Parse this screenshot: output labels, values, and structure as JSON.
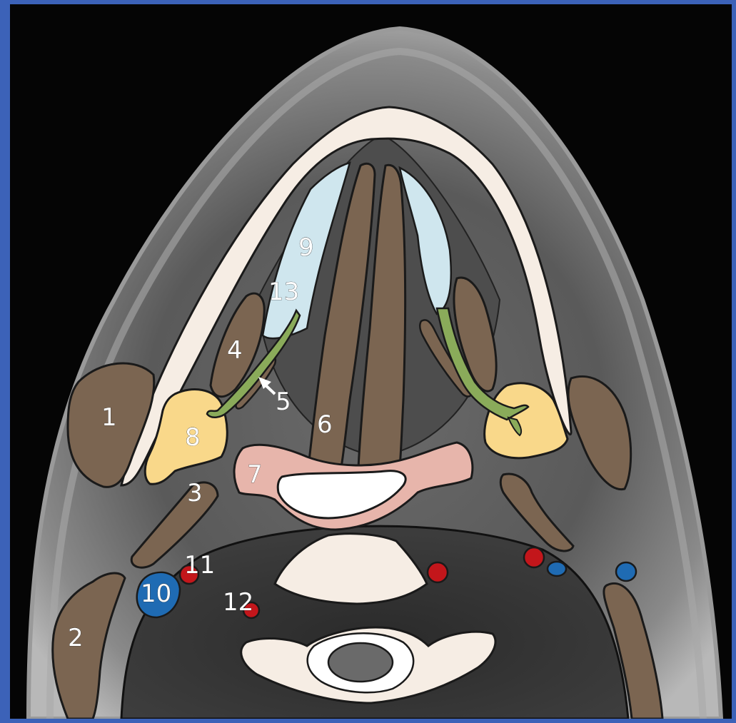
{
  "labels": {
    "l1": "1",
    "l2": "2",
    "l3": "3",
    "l4": "4",
    "l5": "5",
    "l6": "6",
    "l7": "7",
    "l8": "8",
    "l9": "9",
    "l10": "10",
    "l11": "11",
    "l12": "12",
    "l13": "13"
  },
  "colors": {
    "frame": "#3c62b8",
    "background": "#050505",
    "muscle": "#7b6551",
    "bone": "#f6ede4",
    "gland": "#f9d88a",
    "sublingual": "#cfe6ee",
    "hyoid": "#e7b5ab",
    "duct": "#8aab5a",
    "artery": "#c3161b",
    "vein": "#1f6bb3"
  }
}
